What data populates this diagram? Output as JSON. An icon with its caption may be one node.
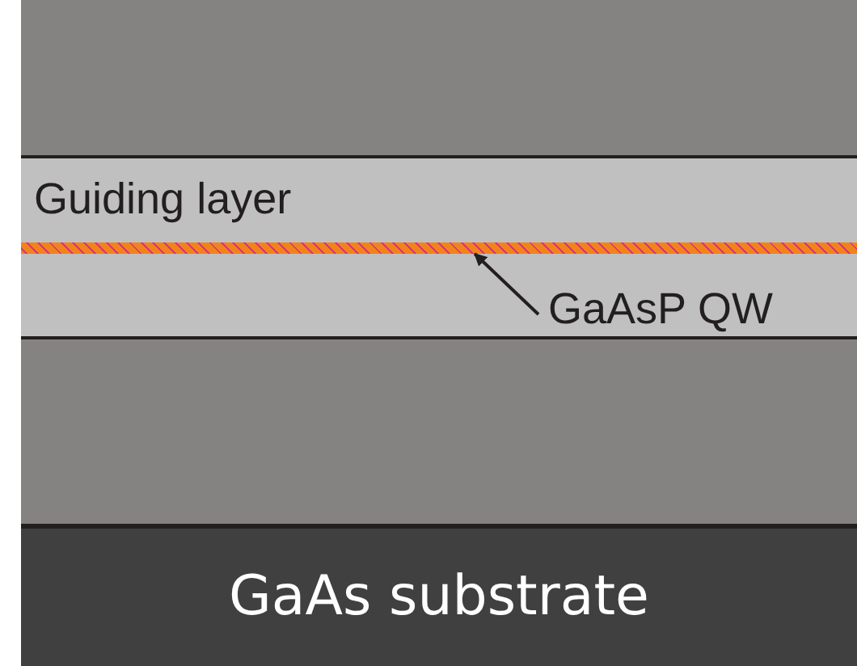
{
  "diagram": {
    "nodes": [
      {
        "text": [],
        "shape": "box"
      },
      {
        "text": [
          "Guiding layer"
        ]
      },
      {
        "text": [],
        "shape": "bar",
        "in": 1
      },
      {
        "text": [
          "GaAsP QW"
        ],
        "in": 1
      },
      {
        "text": [],
        "shape": "box"
      },
      {
        "text": [
          "GaAs substrate"
        ]
      }
    ],
    "edges": [
      {
        "from": 3,
        "to": 2,
        "arrow": "to"
      }
    ]
  }
}
